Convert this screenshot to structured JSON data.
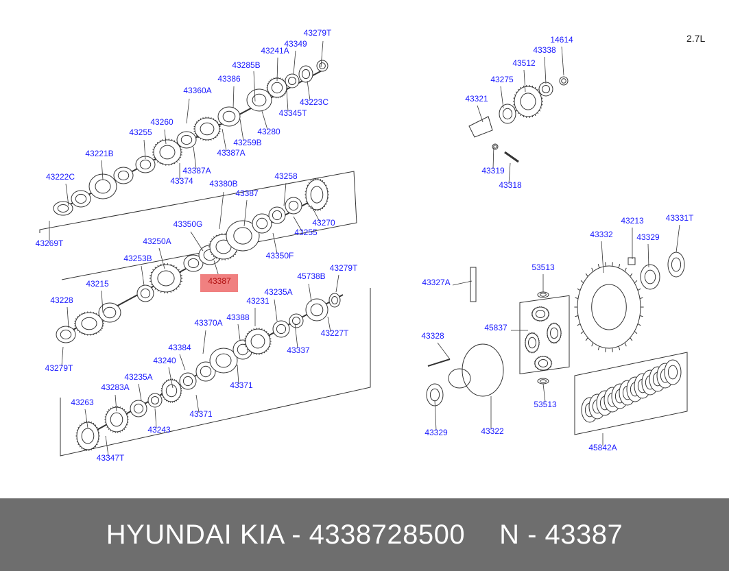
{
  "header": {
    "engine": "2.7L"
  },
  "footer": {
    "brand": "HYUNDAI KIA",
    "part_number": "4338728500",
    "ref": "N - 43387",
    "separator": " - "
  },
  "colors": {
    "label": "#1a1aff",
    "line": "#333333",
    "highlight_bg": "#f08080",
    "footer_bg": "#6e6e6e",
    "footer_text": "#ffffff"
  },
  "highlighted_part": "43387",
  "part_labels": [
    "43279T",
    "43349",
    "43241A",
    "43285B",
    "43386",
    "43360A",
    "43223C",
    "43345T",
    "43280",
    "43259B",
    "43387A",
    "43260",
    "43255",
    "43221B",
    "43387A",
    "43374",
    "43222C",
    "43269T",
    "43380B",
    "43387",
    "43258",
    "43270",
    "43255",
    "43350G",
    "43350F",
    "43250A",
    "43253B",
    "43387",
    "43215",
    "43228",
    "43279T",
    "43235A",
    "43231",
    "43388",
    "45738B",
    "43279T",
    "43227T",
    "43370A",
    "43384",
    "43337",
    "43240",
    "43371",
    "43235A",
    "43283A",
    "43263",
    "43243",
    "43371",
    "43347T",
    "14614",
    "43338",
    "43512",
    "43275",
    "43321",
    "43319",
    "43318",
    "43213",
    "43331T",
    "43332",
    "43329",
    "53513",
    "43327A",
    "45837",
    "43328",
    "43329",
    "43322",
    "53513",
    "45842A"
  ]
}
